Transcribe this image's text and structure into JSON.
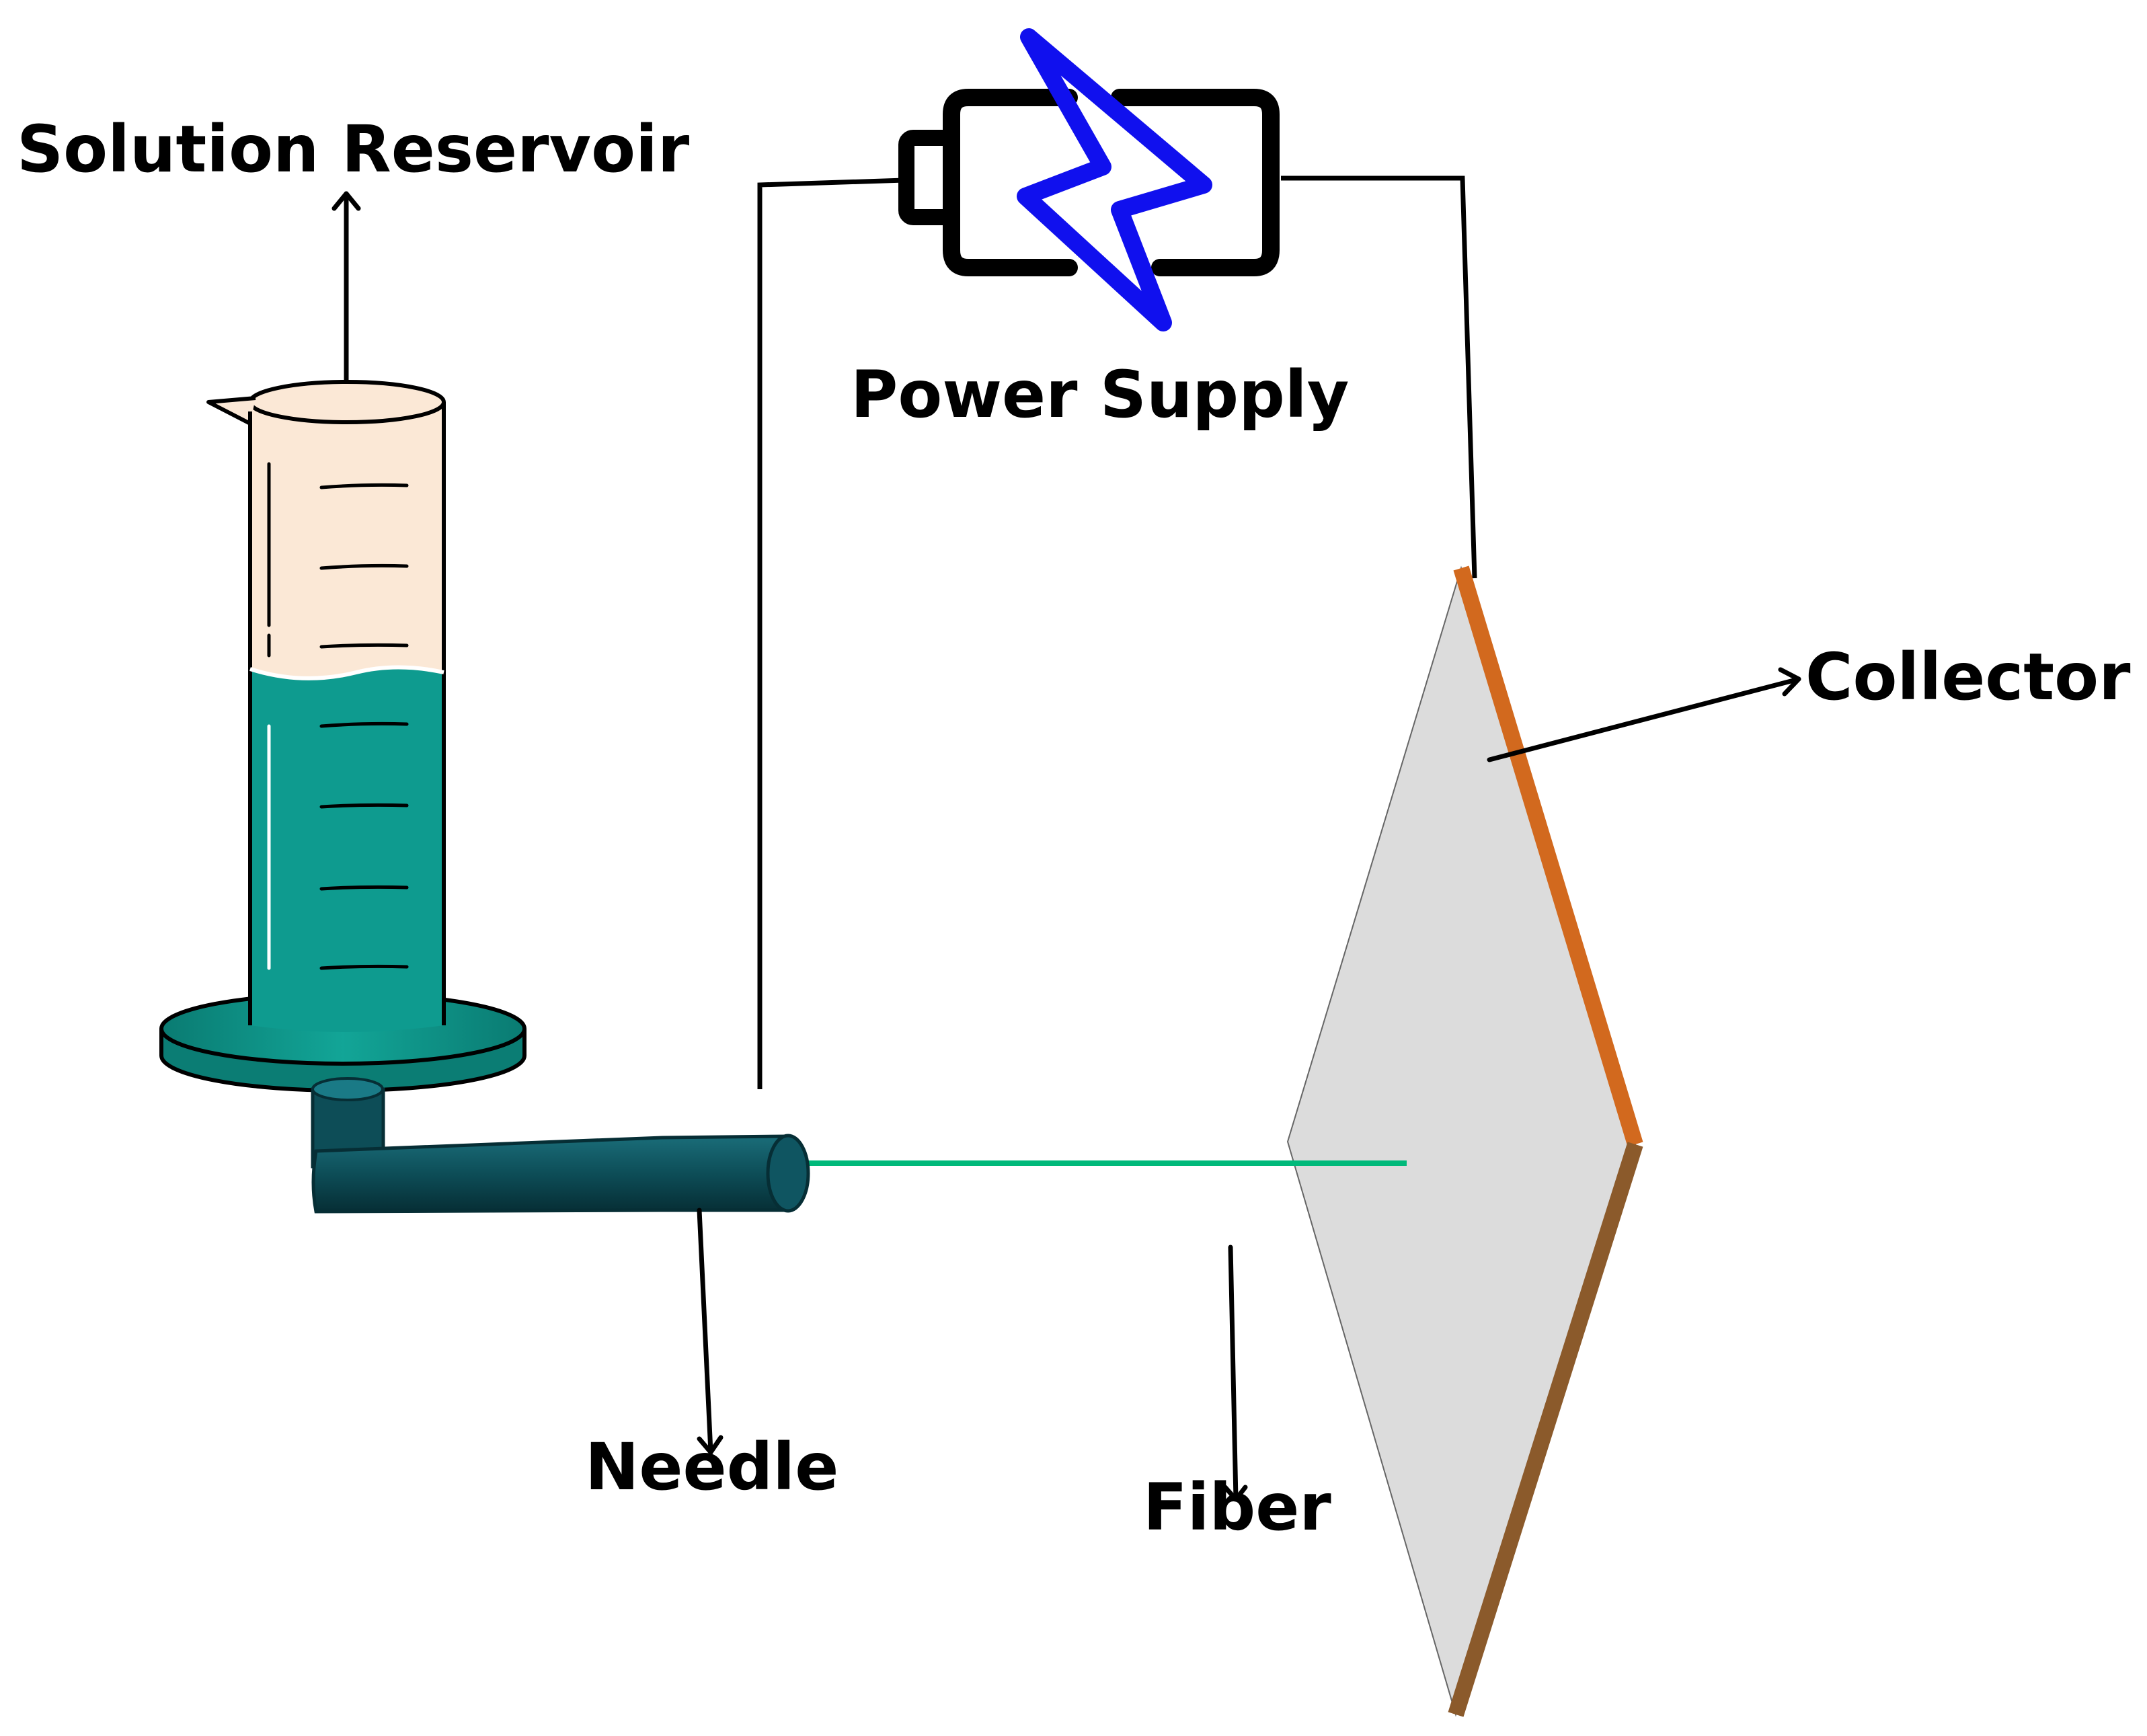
{
  "labels": {
    "solution_reservoir": "Solution Reservoir",
    "power_supply": "Power Supply",
    "collector": "Collector",
    "needle": "Needle",
    "fiber": "Fiber"
  },
  "colors": {
    "solution": "#0e9b8f",
    "solution_dark": "#0b7d74",
    "cylinder_empty": "#fbe8d6",
    "needle": "#0d4d57",
    "needle_dark": "#093940",
    "fiber": "#00b97a",
    "lightning": "#1010ee",
    "collector_face": "#dcdcdc",
    "collector_edge_top": "#d2691e",
    "collector_edge_bottom": "#8b5a2b",
    "wire": "#000000"
  }
}
